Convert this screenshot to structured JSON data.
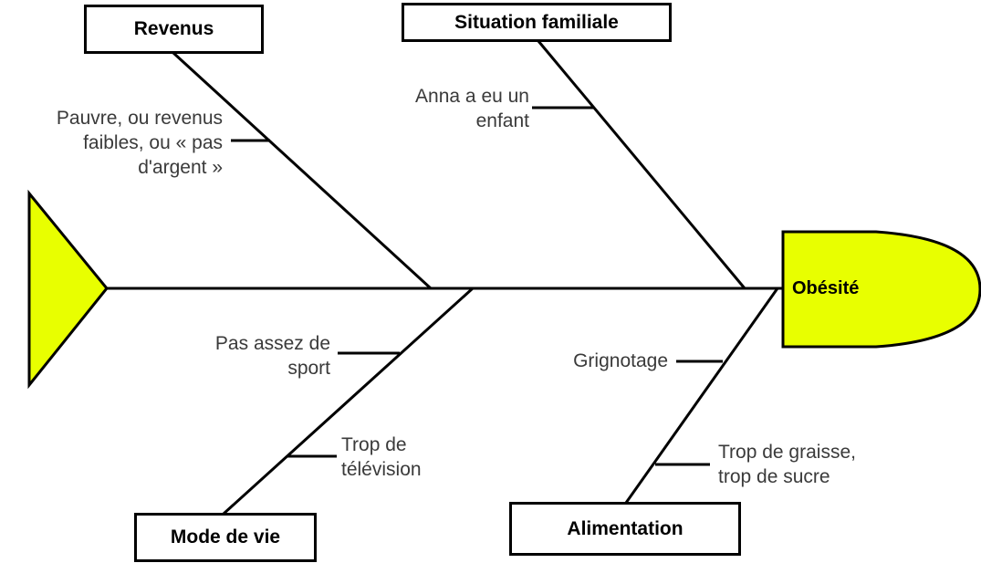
{
  "effect": "Obésité",
  "categories": {
    "revenus": "Revenus",
    "situation": "Situation familiale",
    "mode_de_vie": "Mode de vie",
    "alimentation": "Alimentation"
  },
  "causes": {
    "pauvre": [
      "Pauvre, ou revenus",
      "faibles, ou « pas",
      "d'argent »"
    ],
    "enfant": [
      "Anna a eu un",
      "enfant"
    ],
    "sport": [
      "Pas assez de",
      "sport"
    ],
    "television": [
      "Trop de",
      "télévision"
    ],
    "grignotage": [
      "Grignotage"
    ],
    "graisse": [
      "Trop de graisse,",
      "trop de sucre"
    ]
  },
  "colors": {
    "head_fill": "#e8ff00",
    "tail_fill": "#e8ff00",
    "line": "#000000",
    "text": "#3a3a3a"
  }
}
